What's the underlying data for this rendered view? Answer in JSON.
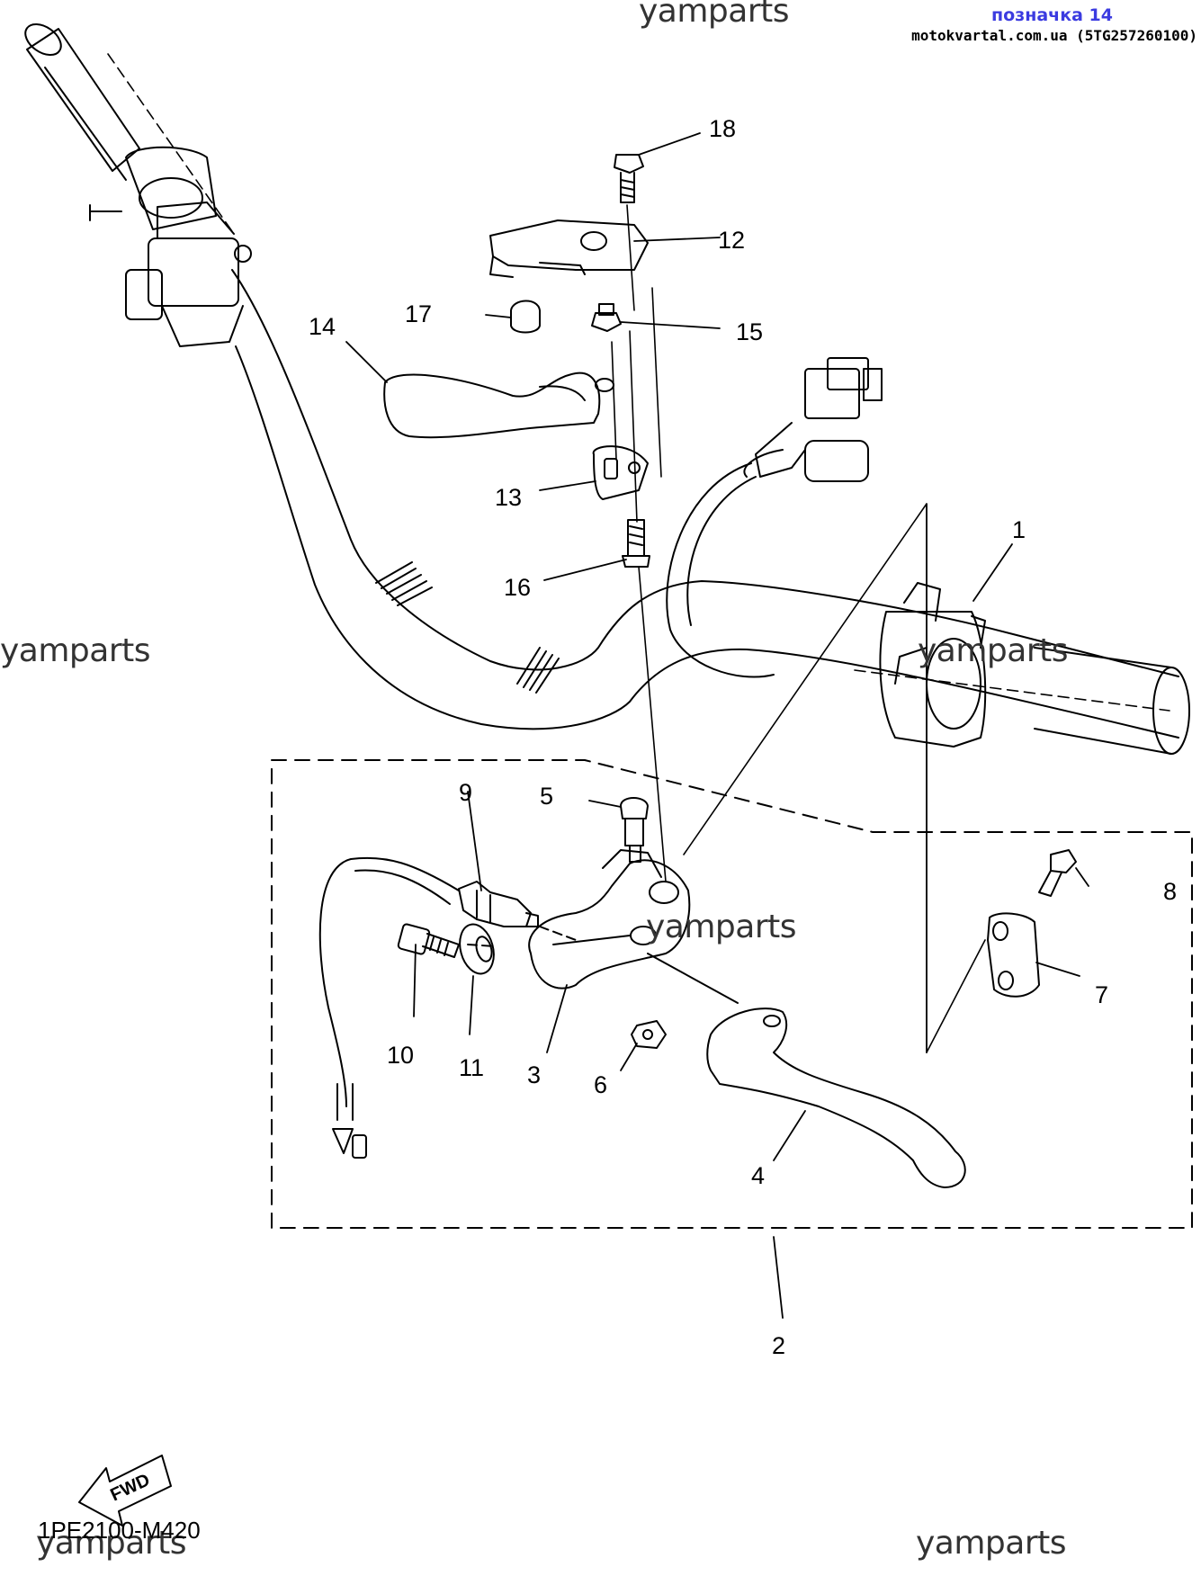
{
  "header": {
    "tag": "позначка 14",
    "source": "motokvartal.com.ua (5TG257260100)"
  },
  "watermarks": [
    "yamparts",
    "yamparts",
    "yamparts",
    "yamparts",
    "yamparts",
    "yamparts"
  ],
  "diagram": {
    "code": "1PE2100-M420",
    "fwd_label": "FWD",
    "callouts": [
      "1",
      "2",
      "3",
      "4",
      "5",
      "6",
      "7",
      "8",
      "9",
      "10",
      "11",
      "12",
      "13",
      "14",
      "15",
      "16",
      "17",
      "18"
    ]
  }
}
